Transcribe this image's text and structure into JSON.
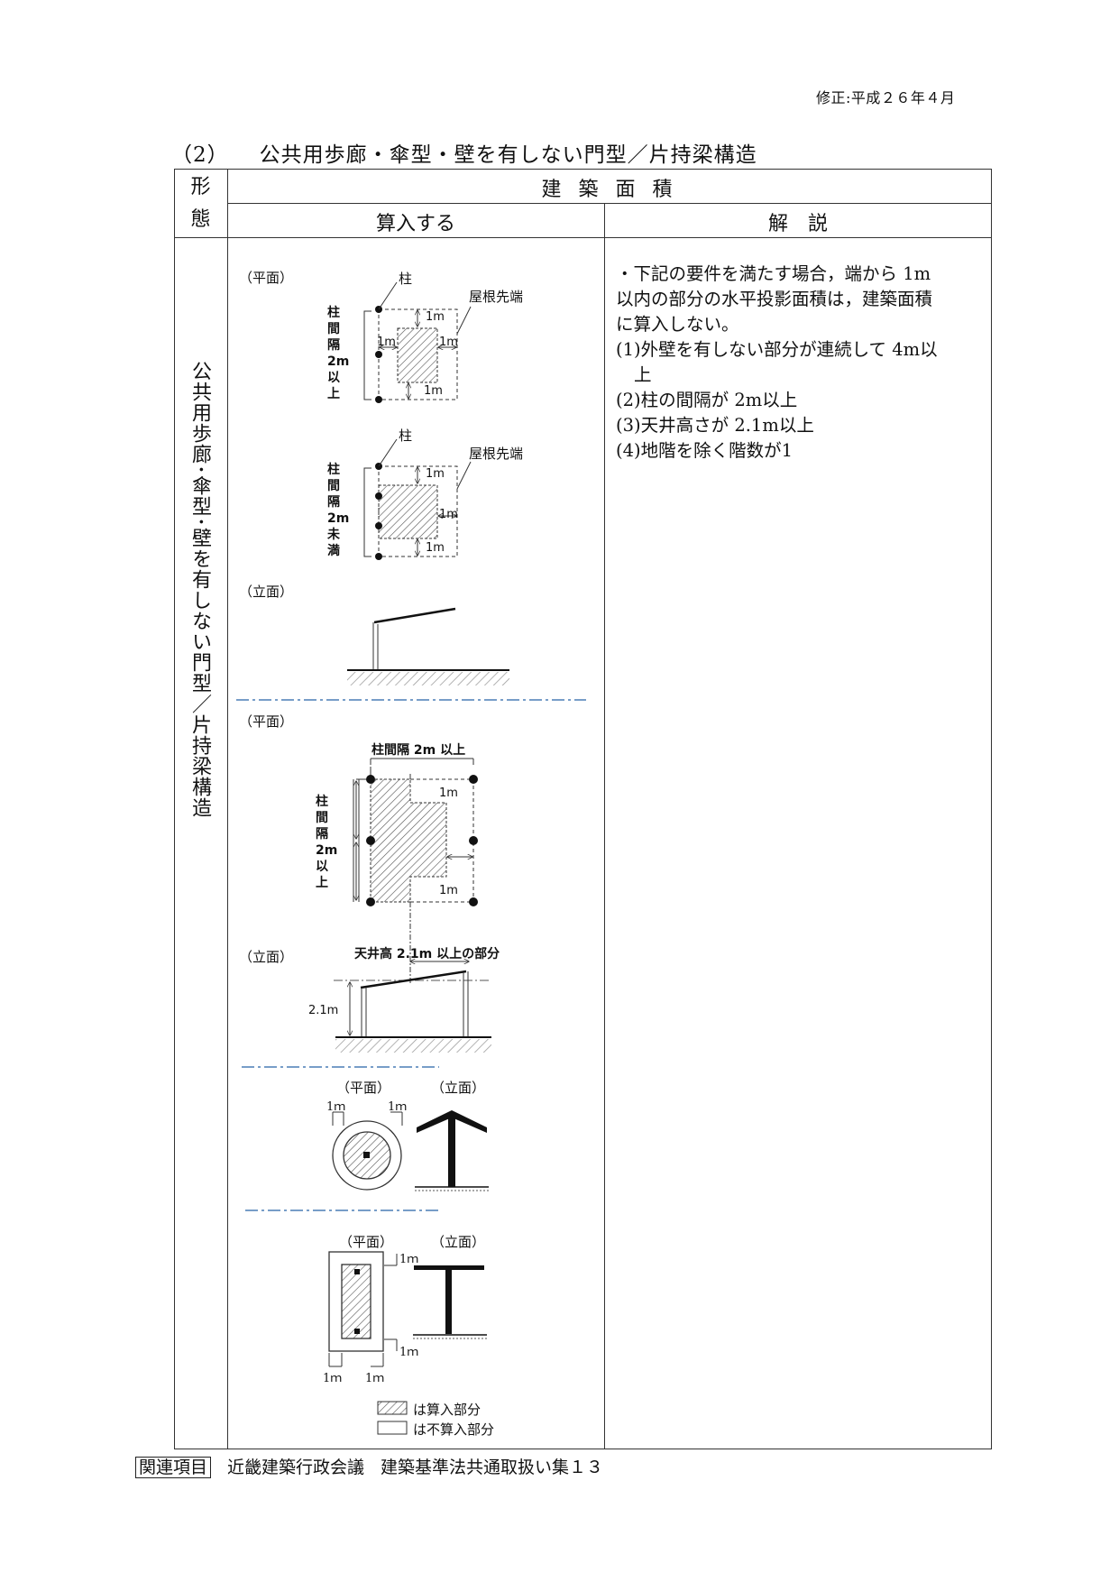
{
  "revision": "修正:平成２６年４月",
  "section": {
    "number": "（2）",
    "title": "公共用歩廊・傘型・壁を有しない門型／片持梁構造"
  },
  "table": {
    "header_form": "形態",
    "header_form_chars": [
      "形",
      "態"
    ],
    "header_area": "建 築 面 積",
    "header_include": "算入する",
    "header_explain": "解　説",
    "form_label": "公共用歩廊･傘型･壁を有しない門型／片持梁構造"
  },
  "explanation": {
    "intro": "・下記の要件を満たす場合，端から 1m 以内の部分の水平投影面積は，建築面積に算入しない。",
    "intro_lines": [
      "・下記の要件を満たす場合，端から 1m",
      "以内の部分の水平投影面積は，建築面積",
      "に算入しない。"
    ],
    "conditions": [
      {
        "num": "(1)",
        "text": "外壁を有しない部分が連続して 4m以",
        "cont": "上"
      },
      {
        "num": "(2)",
        "text": "柱の間隔が 2m以上"
      },
      {
        "num": "(3)",
        "text": "天井高さが 2.1m以上"
      },
      {
        "num": "(4)",
        "text": "地階を除く階数が1"
      }
    ]
  },
  "diagrams": {
    "plan_label": "（平面）",
    "elev_label": "（立面）",
    "column_label": "柱",
    "roof_edge_label": "屋根先端",
    "spacing_2m_over": [
      "柱",
      "間",
      "隔",
      "2m",
      "以",
      "上"
    ],
    "spacing_2m_under": [
      "柱",
      "間",
      "隔",
      "2m",
      "未",
      "満"
    ],
    "one_m": "1m",
    "one_m_serif": "1ｍ",
    "spacing_top_label": "柱間隔 2m 以上",
    "ceiling_label": "天井高 2.1m 以上の部分",
    "height_label": "2.1m"
  },
  "legend": {
    "included": "は算入部分",
    "excluded": "は不算入部分"
  },
  "footer": {
    "tag": "関連項目",
    "source": "近畿建築行政会議",
    "document": "建築基準法共通取扱い集１３"
  },
  "colors": {
    "line": "#222222",
    "hatch": "#555555",
    "dash_dot_blue": "#4a7db5"
  }
}
